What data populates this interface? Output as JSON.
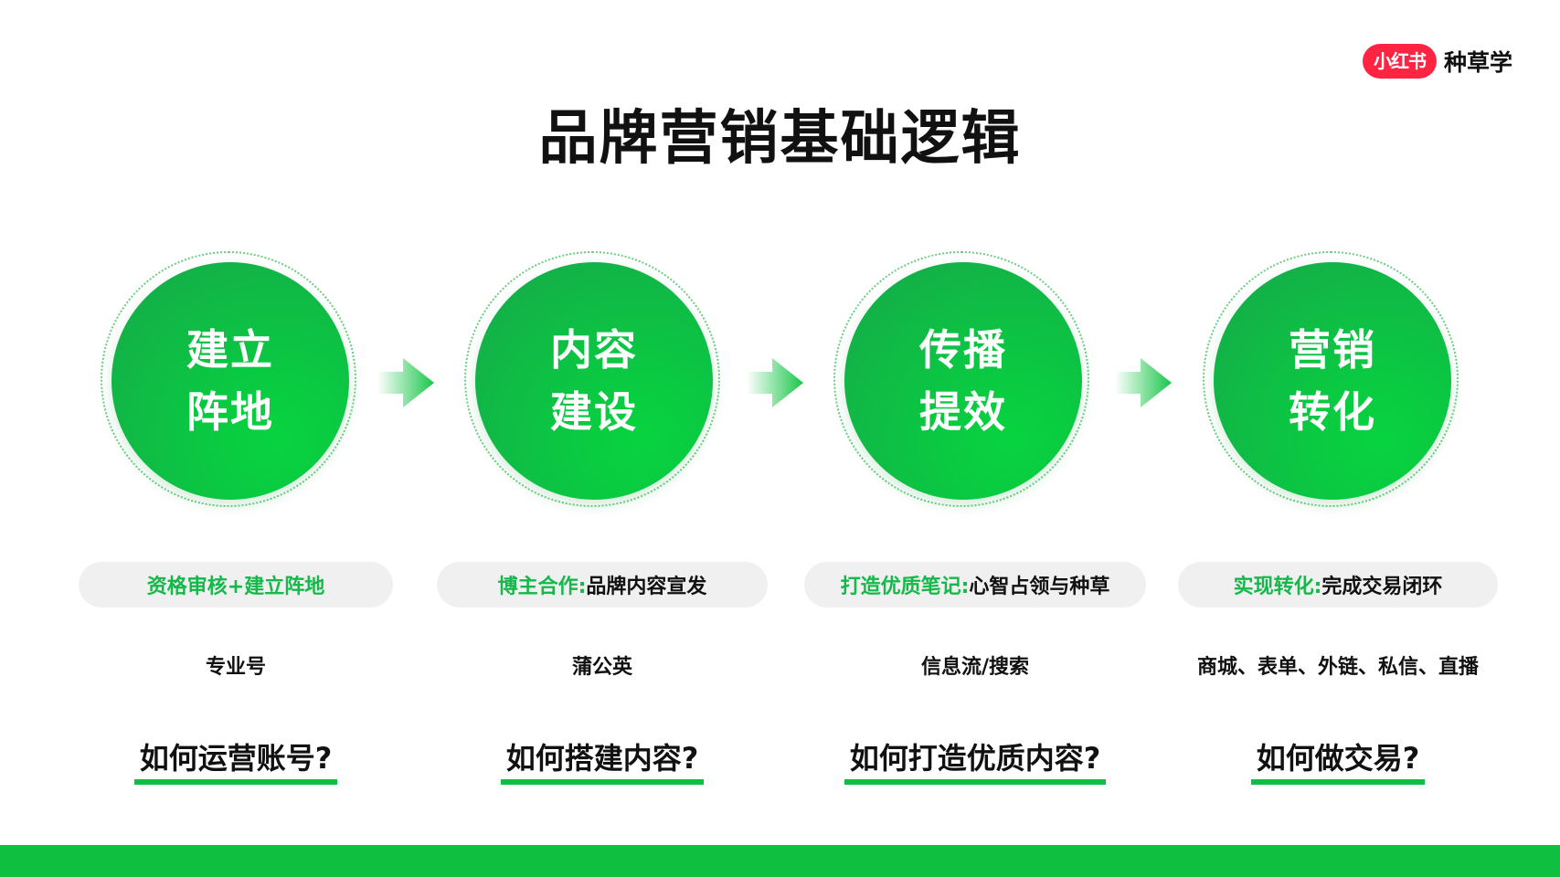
{
  "brand": {
    "badge": "小红书",
    "name": "种草学",
    "badge_color": "#ff2442"
  },
  "title": "品牌营销基础逻辑",
  "colors": {
    "accent": "#0fc040",
    "circle": "#12b847",
    "pill_bg": "#f0f0f0"
  },
  "steps": [
    {
      "lines": [
        "建立",
        "阵地"
      ],
      "pill_highlight": "资格审核+建立阵地",
      "pill_rest": "",
      "tool": "专业号",
      "question": "如何运营账号?"
    },
    {
      "lines": [
        "内容",
        "建设"
      ],
      "pill_highlight": "博主合作:",
      "pill_rest": "品牌内容宣发",
      "tool": "蒲公英",
      "question": "如何搭建内容?"
    },
    {
      "lines": [
        "传播",
        "提效"
      ],
      "pill_highlight": "打造优质笔记:",
      "pill_rest": "心智占领与种草",
      "tool": "信息流/搜索",
      "question": "如何打造优质内容?"
    },
    {
      "lines": [
        "营销",
        "转化"
      ],
      "pill_highlight": "实现转化:",
      "pill_rest": "完成交易闭环",
      "tool": "商城、表单、外链、私信、直播",
      "question": "如何做交易?"
    }
  ],
  "arrows": [
    "arrow-right-icon",
    "arrow-right-icon",
    "arrow-right-icon"
  ]
}
